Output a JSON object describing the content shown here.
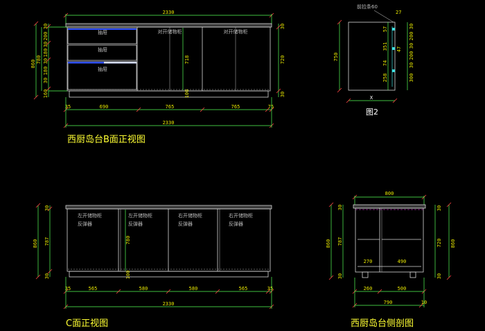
{
  "colors": {
    "background": "#000000",
    "dimension_text": "#e8e800",
    "dimension_line": "#55ff55",
    "tick": "#ff4444",
    "outline": "#d8d8d8",
    "title": "#ffff33",
    "label": "#bdbdbd"
  },
  "view_b": {
    "title": "西厨岛台B面正视图",
    "top_total": "2330",
    "bottom_segments": [
      "35",
      "690",
      "765",
      "765",
      "75"
    ],
    "bottom_total": "2330",
    "left_inner": [
      "30",
      "200",
      "30",
      "180",
      "30",
      "180",
      "30",
      "160"
    ],
    "left_mid": "780",
    "left_outer": "860",
    "right": [
      "30",
      "720",
      "30"
    ],
    "inner": [
      "718",
      "100"
    ],
    "labels": {
      "drawer": "抽屉",
      "open_cabinet": "对开储物柜"
    }
  },
  "view_fig2": {
    "caption": "图2",
    "label_pull": "前拉条60",
    "label_width": "X",
    "top": "27",
    "left": "750",
    "inner_col": [
      "57",
      "351",
      "47",
      "74",
      "258"
    ],
    "right_col": [
      "30",
      "200",
      "30",
      "200",
      "30",
      "300"
    ]
  },
  "view_c": {
    "title": "C面正视图",
    "bottom_segments": [
      "35",
      "565",
      "580",
      "580",
      "565",
      "35"
    ],
    "bottom_total": "2330",
    "left_outer": "860",
    "left_inner": [
      "30",
      "787",
      "30"
    ],
    "inner": [
      "780",
      "100"
    ],
    "labels": {
      "left_open": "左开储物柜",
      "right_open": "右开储物柜",
      "reverse_bomb": "反弹器"
    }
  },
  "view_side": {
    "title": "西厨岛台侧剖图",
    "top": "800",
    "left_outer": "860",
    "left_inner": [
      "30",
      "787",
      "30"
    ],
    "right_inner": [
      "30",
      "720",
      "30"
    ],
    "right_outer": "860",
    "inner": [
      "270",
      "490"
    ],
    "bottom_segments": [
      "260",
      "500"
    ],
    "bottom_total": "790",
    "bottom_extra": "10"
  }
}
